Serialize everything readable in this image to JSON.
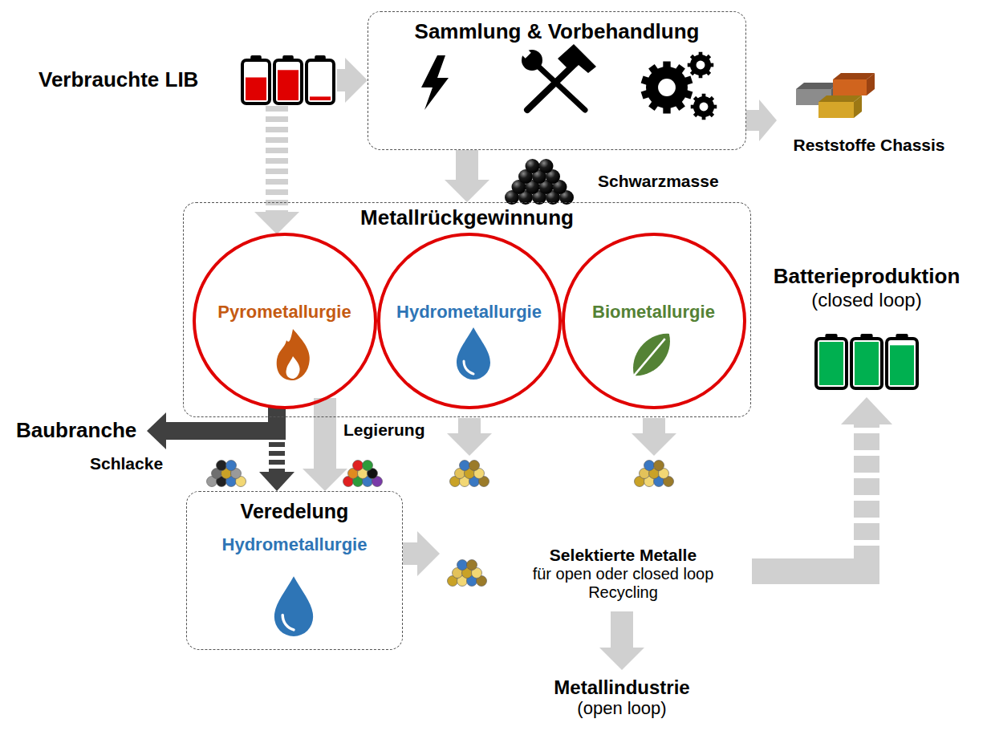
{
  "diagram": {
    "nodes": [
      {
        "text": [
          "Verbrauchte LIB"
        ]
      },
      {
        "text": [
          "Sammlung & Vorbehandlung"
        ]
      },
      {
        "text": [
          "Reststoffe Chassis"
        ]
      },
      {
        "text": [
          "Metallrückgewinnung"
        ]
      },
      {
        "text": [
          "Pyrometallurgie"
        ],
        "in": 3
      },
      {
        "text": [
          "Hydrometallurgie"
        ],
        "in": 3
      },
      {
        "text": [
          "Biometallurgie"
        ],
        "in": 3
      },
      {
        "text": [
          "Batterieproduktion",
          "(closed loop)"
        ]
      },
      {
        "text": [
          "Baubranche"
        ]
      },
      {
        "text": [
          "Veredelung",
          "Hydrometallurgie"
        ]
      },
      {
        "text": [
          "Selektierte Metalle",
          "für open oder closed loop Recycling"
        ]
      },
      {
        "text": [
          "Metallindustrie",
          "(open loop)"
        ]
      }
    ],
    "edges": [
      {
        "from": 0,
        "to": 1,
        "arrow": "to"
      },
      {
        "from": 1,
        "to": 2,
        "arrow": "to"
      },
      {
        "from": 0,
        "to": 4,
        "arrow": "to"
      },
      {
        "from": 1,
        "to": 3,
        "arrow": "to"
      },
      {
        "from": 4,
        "to": 8,
        "arrow": "to"
      },
      {
        "from": 4,
        "to": 9,
        "arrow": "to"
      },
      {
        "from": 4,
        "to": 9,
        "arrow": "to"
      },
      {
        "from": 9,
        "to": 10,
        "arrow": "to"
      },
      {
        "from": 10,
        "to": 11,
        "arrow": "to"
      },
      {
        "from": 10,
        "to": 7,
        "arrow": "to"
      }
    ],
    "labels": [
      "Schwarzmasse",
      "Legierung",
      "Schlacke"
    ]
  }
}
